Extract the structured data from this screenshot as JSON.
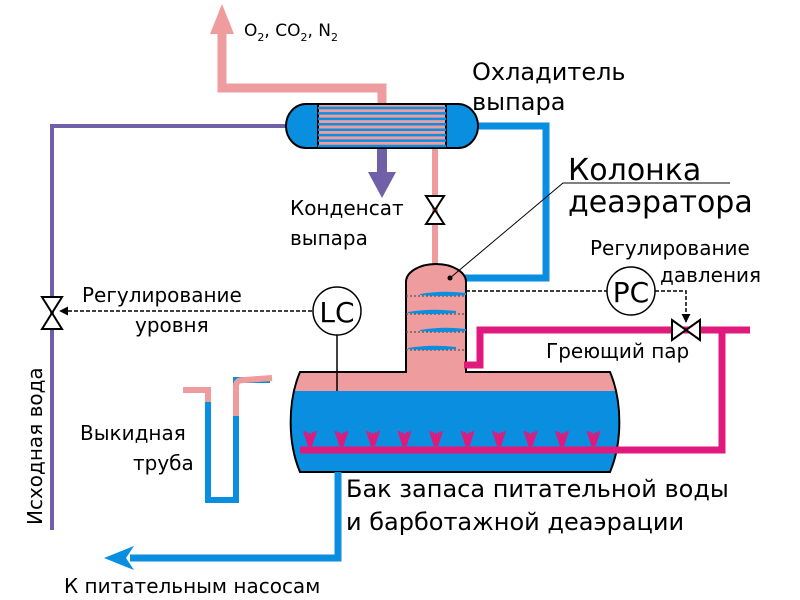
{
  "colors": {
    "vapor": "#ee9c9e",
    "water": "#0a8ee0",
    "raw_water": "#7060a8",
    "steam": "#e0197d",
    "outline": "#000000",
    "background": "#ffffff"
  },
  "labels": {
    "vent_gases": {
      "o2": "O",
      "co2": "CO",
      "n2": "N",
      "sub": "2",
      "sep": ", "
    },
    "vent_cooler": [
      "Охладитель",
      "выпара"
    ],
    "deaerator_column": [
      "Колонка",
      "деаэратора"
    ],
    "vapor_condensate": [
      "Конденсат",
      "выпара"
    ],
    "pressure_control": [
      "Регулирование",
      "давления"
    ],
    "level_control": [
      "Регулирование",
      "уровня"
    ],
    "heating_steam": "Греющий пар",
    "overflow_pipe": [
      "Выкидная",
      "труба"
    ],
    "raw_water": "Исходная вода",
    "storage_tank": [
      "Бак запаса питательной воды",
      "и барботажной деаэрации"
    ],
    "to_feed_pumps": "К питательным насосам"
  },
  "controllers": {
    "level": "LC",
    "pressure": "PC"
  },
  "bubbler_count": 10,
  "column_tray_count": 4,
  "cooler_tube_count": 8
}
